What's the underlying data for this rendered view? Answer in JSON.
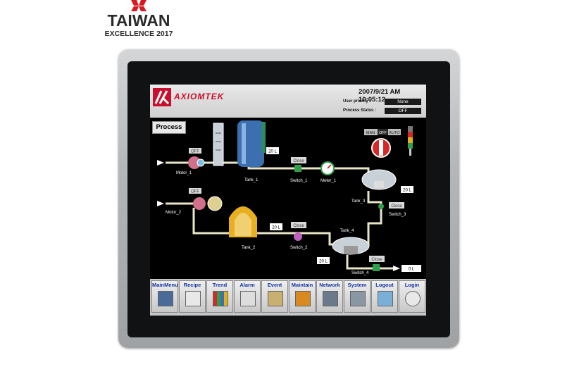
{
  "award": {
    "brand": "TAIWAN",
    "subtitle": "EXCELLENCE 2017"
  },
  "hmi": {
    "company": "AXIOMTEK",
    "datetime": "2007/9/21 AM 10:05:12",
    "user_priority_label": "User priority :",
    "user_priority_value": "None",
    "process_status_label": "Process Status :",
    "process_status_value": "OFF",
    "process_button": "Process",
    "mode_labels": [
      "MAN",
      "OFF",
      "AUTO"
    ],
    "components": {
      "motor_1": "Motor_1",
      "motor_2": "Motor_2",
      "motor_1_state": "OFF",
      "motor_2_state": "OFF",
      "tank_1": "Tank_1",
      "tank_2": "Tank_2",
      "tank_3": "Tank_3",
      "tank_4": "Tank_4",
      "tank_1_level": "20 L",
      "tank_2_level": "20 L",
      "tank_3_level": "20 L",
      "tank_4_level": "20 L",
      "switch_1": "Switch_1",
      "switch_2": "Switch_2",
      "switch_3": "Switch_3",
      "switch_4": "Switch_4",
      "switch_state": "Close",
      "meter_1": "Meter_1",
      "output_level": "0 L"
    },
    "toolbar": [
      "MainMenu",
      "Recipe",
      "Trend",
      "Alarm",
      "Event",
      "Maintain",
      "Network",
      "System",
      "Logout",
      "Login"
    ],
    "colors": {
      "brand": "#c8102e",
      "toolbar_text": "#1434a0",
      "pipe": "#e8e5c8"
    }
  }
}
